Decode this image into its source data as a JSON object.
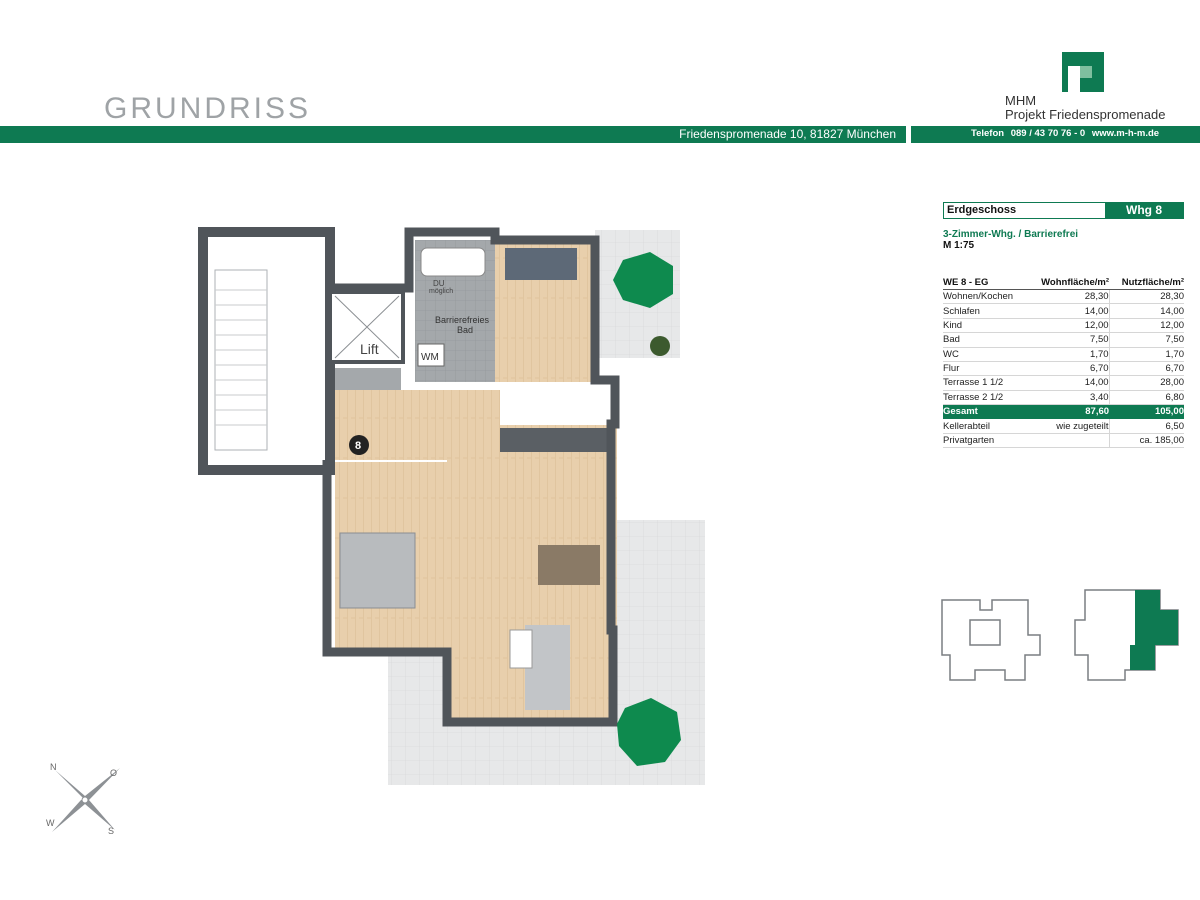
{
  "header": {
    "title": "GRUNDRISS",
    "company_line1": "MHM",
    "company_line2": "Projekt Friedenspromenade",
    "address": "Friedenspromenade 10, 81827 München",
    "phone_label": "Telefon",
    "phone": "089 / 43 70 76 - 0",
    "website": "www.m-h-m.de",
    "brand_color": "#0e7a52"
  },
  "plan": {
    "room_labels": {
      "lift": "Lift",
      "bath_line1": "Barrierefreies",
      "bath_line2": "Bad",
      "shower_line1": "DU",
      "shower_line2": "möglich",
      "washer": "WM",
      "unit_marker": "8"
    },
    "compass": {
      "n": "N",
      "o": "O",
      "s": "S",
      "w": "W"
    }
  },
  "info": {
    "floor": "Erdgeschoss",
    "unit": "Whg 8",
    "unit_type": "3-Zimmer-Whg. / Barrierefrei",
    "scale": "M 1:75",
    "table": {
      "headers": [
        "WE 8 - EG",
        "Wohnfläche/m²",
        "Nutzfläche/m²"
      ],
      "rows": [
        [
          "Wohnen/Kochen",
          "28,30",
          "28,30"
        ],
        [
          "Schlafen",
          "14,00",
          "14,00"
        ],
        [
          "Kind",
          "12,00",
          "12,00"
        ],
        [
          "Bad",
          "7,50",
          "7,50"
        ],
        [
          "WC",
          "1,70",
          "1,70"
        ],
        [
          "Flur",
          "6,70",
          "6,70"
        ],
        [
          "Terrasse 1 1/2",
          "14,00",
          "28,00"
        ],
        [
          "Terrasse 2 1/2",
          "3,40",
          "6,80"
        ]
      ],
      "total": [
        "Gesamt",
        "87,60",
        "105,00"
      ],
      "extra_rows": [
        [
          "Kellerabteil",
          "wie zugeteilt",
          "6,50"
        ],
        [
          "Privatgarten",
          "",
          "ca. 185,00"
        ]
      ]
    }
  }
}
